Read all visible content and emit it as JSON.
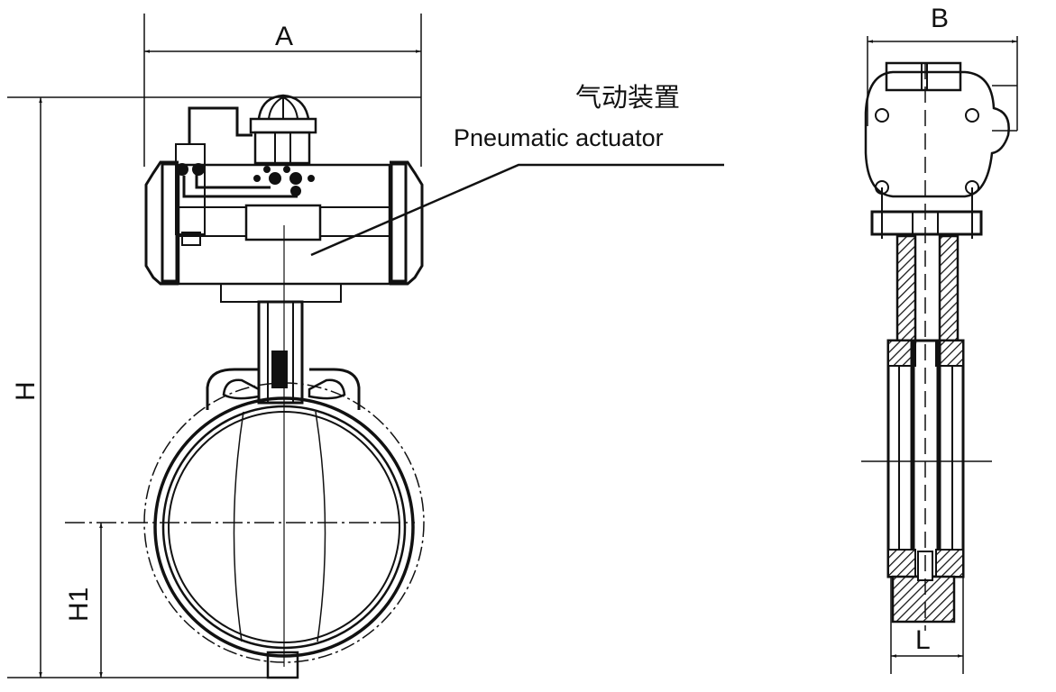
{
  "title": "Pneumatic butterfly valve dimension drawing",
  "labels": {
    "A": "A",
    "B": "B",
    "H": "H",
    "H1": "H1",
    "L": "L"
  },
  "callout": {
    "chinese": "气动装置",
    "english": "Pneumatic actuator"
  },
  "colors": {
    "line": "#111111",
    "background": "#ffffff"
  }
}
